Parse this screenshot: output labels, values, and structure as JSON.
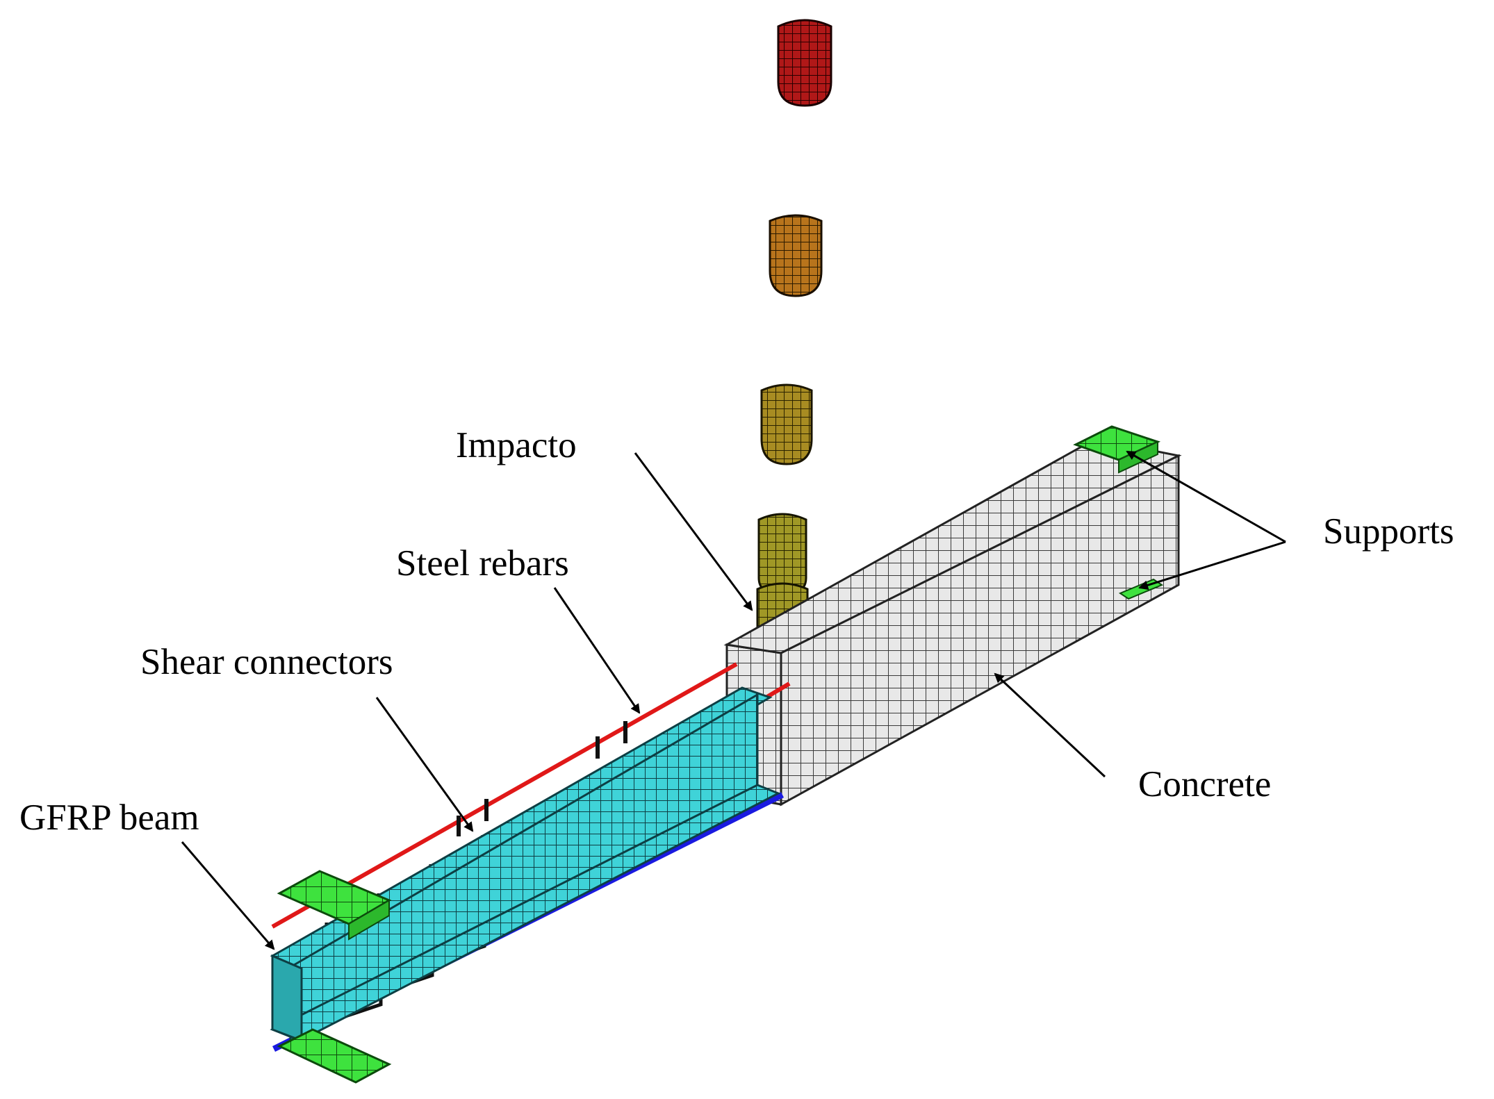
{
  "labels": {
    "impactor": "Impacto",
    "supports": "Supports",
    "steel_rebars": "Steel rebars",
    "shear_connectors": "Shear connectors",
    "gfrp_beam": "GFRP beam",
    "concrete": "Concrete"
  },
  "colors": {
    "impactor_top": "#b01818",
    "impactor_2": "#b8741c",
    "impactor_3": "#a88c22",
    "impactor_4": "#a09826",
    "concrete": "#e8e8e8",
    "mesh_line": "#3a3a3a",
    "gfrp": "#3fd3d8",
    "support": "#3ee23e",
    "rebar_top": "#e01818",
    "rebar_bottom": "#1a1ae0"
  },
  "icons": [
    "impactor-body",
    "concrete-block",
    "gfrp-beam",
    "support-pad",
    "rebar-line",
    "arrow-icon"
  ]
}
